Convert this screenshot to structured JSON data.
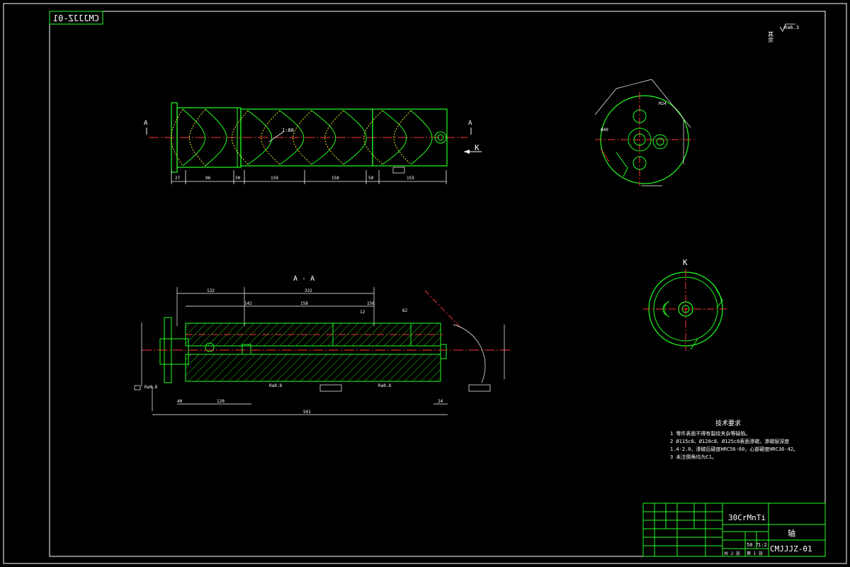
{
  "drawing": {
    "code_tag": "CMJJJZ-01",
    "roughness_note": "其余",
    "roughness_value": "Ra6.3"
  },
  "views": {
    "front": {
      "section_label": "A",
      "view_label": "K",
      "dims": [
        "27",
        "96",
        "30",
        "159",
        "158",
        "50",
        "155"
      ],
      "callout": "1:80"
    },
    "section": {
      "title": "A - A",
      "dims_top": [
        "132",
        "332",
        "142",
        "158",
        "156",
        "12",
        "62"
      ],
      "dims_bottom": [
        "40",
        "120",
        "501",
        "24"
      ],
      "roughness": [
        "Ra0.8",
        "Ra0.8",
        "Ra0.8"
      ]
    },
    "end": {
      "dims": [
        "Ø40",
        "M24"
      ]
    },
    "k_view": {
      "label": "K"
    }
  },
  "tech_requirements": {
    "title": "技术要求",
    "lines": [
      "1  零件表面不得有裂纹夹杂等缺陷。",
      "2  Ø115c8、Ø120c8、Ø125c8表面渗碳，渗碳层深度",
      "1.4-2.0，渗碳后硬度HRC56-60，心部硬度HRC36-42。",
      "3  未注倒角均为C1。"
    ]
  },
  "title_block": {
    "material": "30CrMnTi",
    "part_name": "轴",
    "drawing_no": "CMJJJZ-01",
    "scale": "1:2",
    "weight": "50.7",
    "sheet_total": "共 2 张",
    "sheet_no": "第 1 张"
  }
}
